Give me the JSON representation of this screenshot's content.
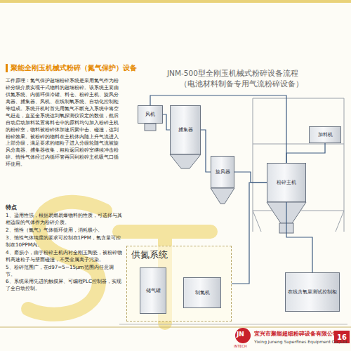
{
  "diagram": {
    "title": "聚能全刚玉机械式粉碎（氮气保护）设备",
    "nodes": [
      {
        "text": [
          "风机"
        ]
      },
      {
        "text": [
          "捕集器"
        ]
      },
      {
        "text": [
          "旋风器"
        ]
      },
      {
        "text": [
          "加料机"
        ]
      },
      {
        "text": [
          "粉碎主机"
        ]
      },
      {
        "text": [
          "供氮系统"
        ]
      },
      {
        "text": [
          "储气罐"
        ],
        "in": 5
      },
      {
        "text": [
          "制氮机"
        ],
        "in": 5
      },
      {
        "text": [
          "在线含氧量测试控制柜"
        ]
      },
      {
        "text": [
          "16"
        ]
      }
    ],
    "edges": [
      {
        "from": 4,
        "to": 2,
        "arrow": "none"
      },
      {
        "from": 2,
        "to": 1,
        "arrow": "none"
      },
      {
        "from": 1,
        "to": 0,
        "arrow": "none"
      },
      {
        "from": 0,
        "to": 4,
        "arrow": "none"
      },
      {
        "from": 3,
        "to": 4,
        "arrow": "none"
      },
      {
        "from": 5,
        "to": 4,
        "arrow": "none"
      },
      {
        "from": 8,
        "to": 4,
        "arrow": "none"
      }
    ],
    "labels": [
      "JNM-500型全刚玉机械式粉碎设备流程",
      "（电池材料制备专用气流粉碎设备）",
      "工作原理：氮气保护超细粉碎系统是采用氮气作为粉碎分级介质实现干式物料的超细粉碎。该系统主要由供氮系统、内循环保冷罐、料仓、粉碎主机、旋风分离器、捕集器、风机、在线制氧系统、自动化控制柜等组成。系统开机时首先用氮气不断充入系统中将空气赶走，直至全系统达到氧探测仪设定的数值，然后自动启动加料装置将料仓中的原料均匀加入粉碎主机的粉碎室，物料被粉碎体加速后聚中击、碰撞，达到粉碎效果。被粉碎的物料在主机体内随上升气流进入上部分级，满足要求的细粒子进入分级轮随气流被旋风分离器、捕集器收集，粗粒返回粉碎室继续冲击粉碎。惰性气体经过内循环管再回到粉碎主机吸气口循环使用。",
      "特点",
      "1、适用性强，根据易燃易爆物料的性质，可选择与其相适应的气体作为粉碎介质。",
      "2、惰性（氮气）气体循环使用，消耗极小。",
      "3、惰性气体纯度的要求可控制在1PPM，氧含量可控制在10PPM内。",
      "4、磨损小，由于粉碎主机内衬全刚玉陶瓷，被粉碎物料高速粒子与壁面碰撞，不受金属离子污染。",
      "5、粉碎范围广，在d97=5~15μm范围内任意调节。",
      "6、系统采用先进的触摸屏、可编程PLC控制器，实现了全自动控制。",
      "宜兴市聚能超细粉碎设备有限公司",
      "Yixing Juneng Superfines Equipment Co.,Ltd.",
      "JN",
      "INTECH"
    ]
  }
}
